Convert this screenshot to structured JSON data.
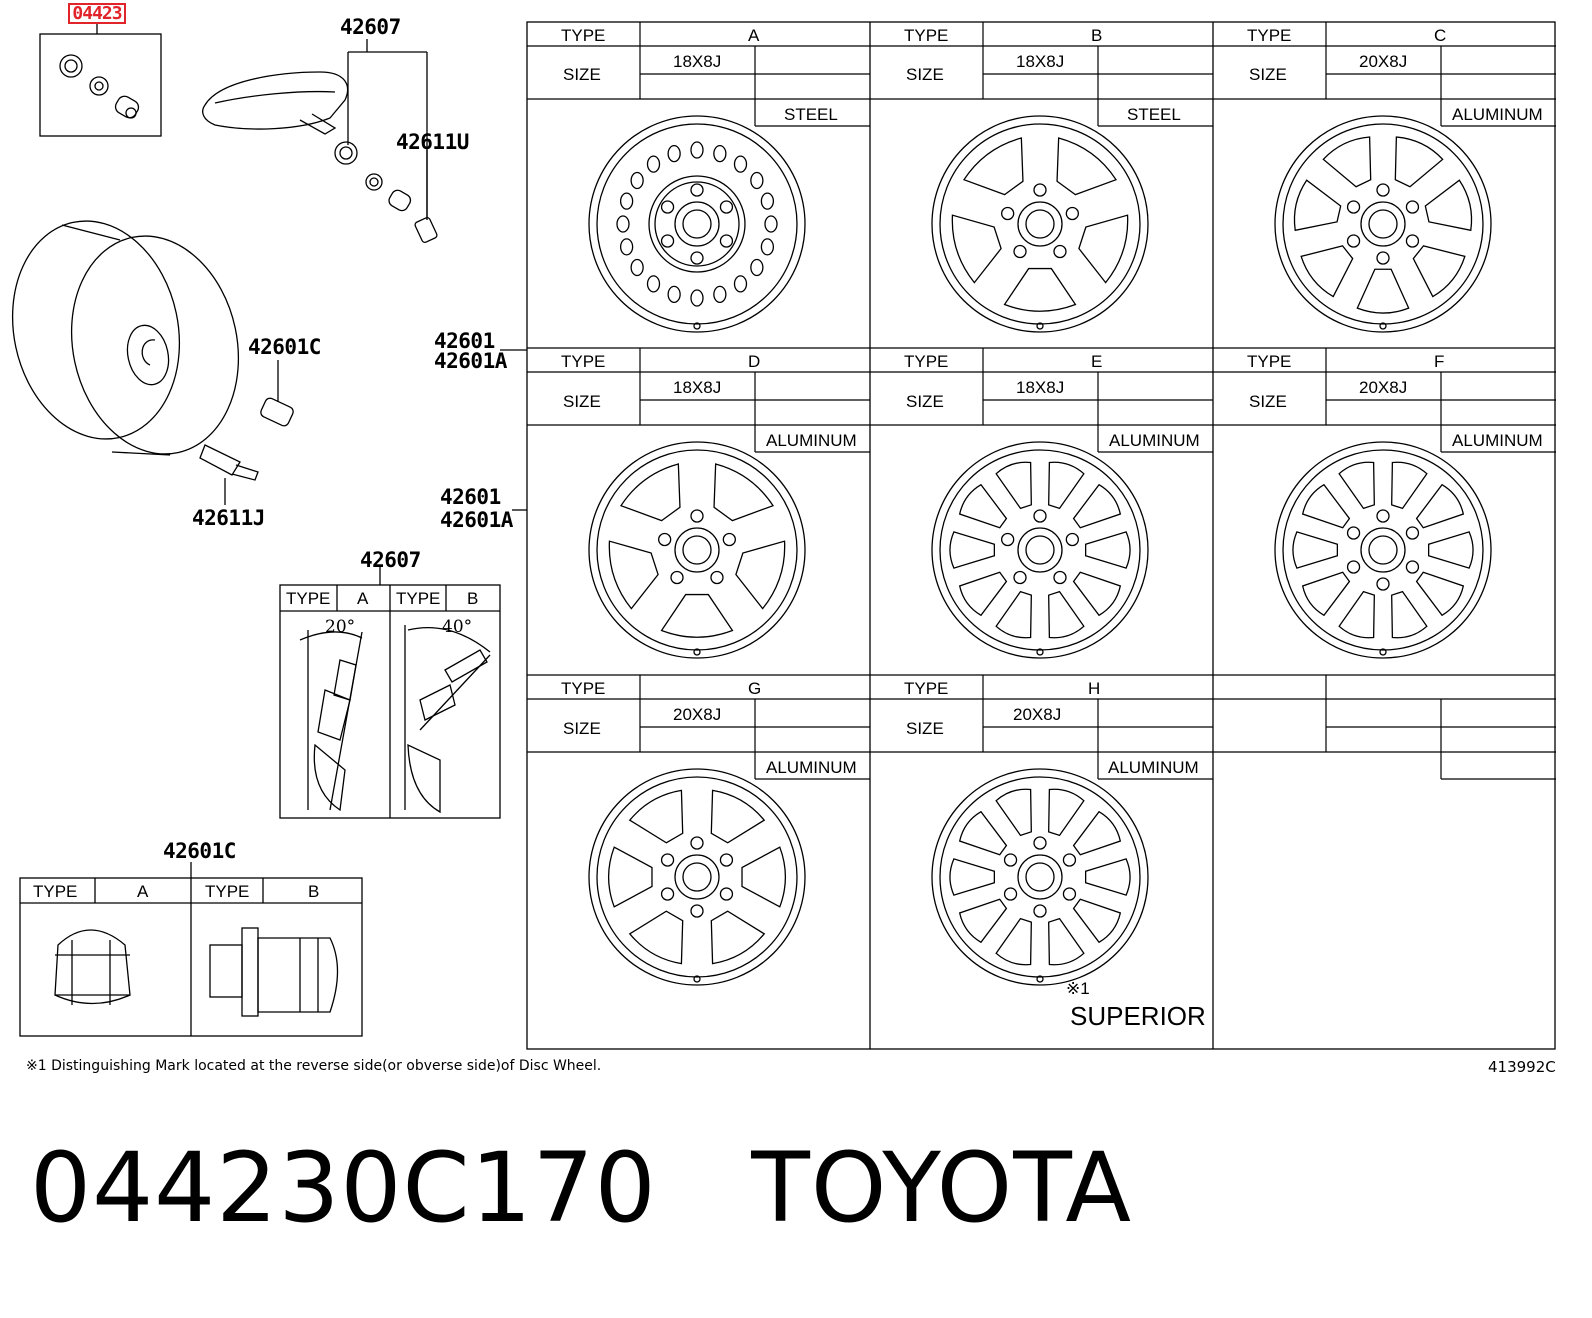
{
  "highlight_code": "04423",
  "part_title": "044230C170   TOYOTA",
  "diagram_code": "413992C",
  "footnote": "※1 Distinguishing Mark located at the reverse side(or obverse side)of Disc Wheel.",
  "superior_mark": "※1",
  "superior_label": "SUPERIOR",
  "callouts": {
    "valve_sensor": "42607",
    "valve_cap": "42611U",
    "lug_nut": "42601C",
    "valve_stem": "42611J",
    "wheel_a": "42601",
    "wheel_b": "42601A",
    "wheel_c": "42601",
    "wheel_d": "42601A",
    "sensor_table": "42607",
    "nut_table": "42601C"
  },
  "labels": {
    "type": "TYPE",
    "size": "SIZE"
  },
  "wheels": [
    {
      "type": "A",
      "size": "18X8J",
      "material": "STEEL"
    },
    {
      "type": "B",
      "size": "18X8J",
      "material": "STEEL"
    },
    {
      "type": "C",
      "size": "20X8J",
      "material": "ALUMINUM"
    },
    {
      "type": "D",
      "size": "18X8J",
      "material": "ALUMINUM"
    },
    {
      "type": "E",
      "size": "18X8J",
      "material": "ALUMINUM"
    },
    {
      "type": "F",
      "size": "20X8J",
      "material": "ALUMINUM"
    },
    {
      "type": "G",
      "size": "20X8J",
      "material": "ALUMINUM"
    },
    {
      "type": "H",
      "size": "20X8J",
      "material": "ALUMINUM"
    }
  ],
  "sensor_types": [
    {
      "type": "A",
      "angle": "20°"
    },
    {
      "type": "B",
      "angle": "40°"
    }
  ],
  "nut_types": [
    {
      "type": "A"
    },
    {
      "type": "B"
    }
  ]
}
